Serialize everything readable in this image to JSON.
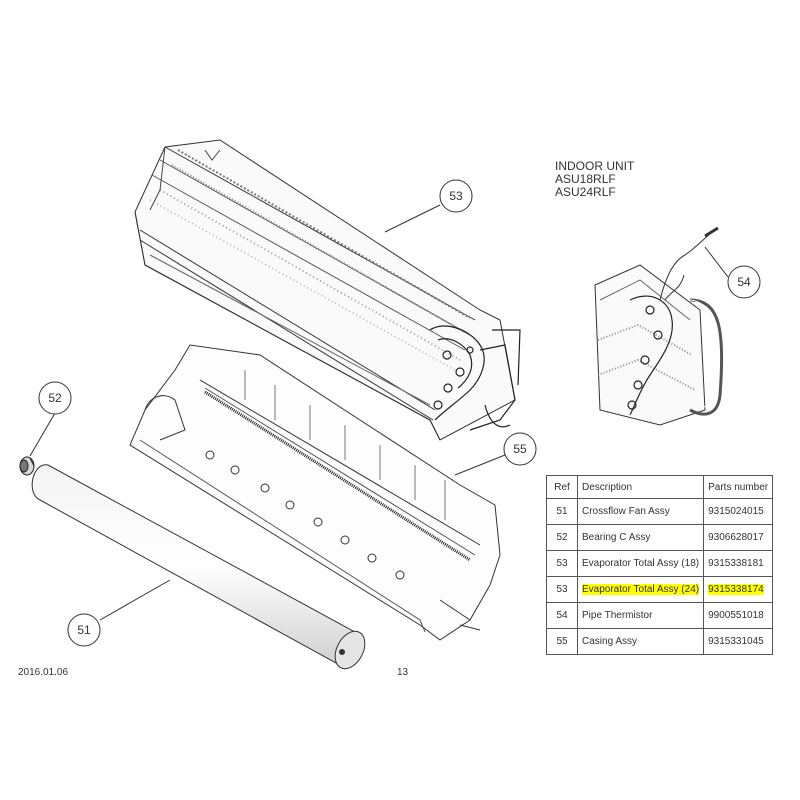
{
  "unit": {
    "title": "INDOOR UNIT",
    "models": [
      "ASU18RLF",
      "ASU24RLF"
    ]
  },
  "callouts": [
    "53",
    "54",
    "52",
    "55",
    "51"
  ],
  "parts_table": {
    "headers": {
      "ref": "Ref",
      "description": "Description",
      "part_number": "Parts number"
    },
    "rows": [
      {
        "ref": "51",
        "description": "Crossflow Fan Assy",
        "part_number": "9315024015",
        "highlighted": false
      },
      {
        "ref": "52",
        "description": "Bearing C Assy",
        "part_number": "9306628017",
        "highlighted": false
      },
      {
        "ref": "53",
        "description": "Evaporator Total Assy (18)",
        "part_number": "9315338181",
        "highlighted": false
      },
      {
        "ref": "53",
        "description": "Evaporator Total Assy (24)",
        "part_number": "9315338174",
        "highlighted": true
      },
      {
        "ref": "54",
        "description": "Pipe Thermistor",
        "part_number": "9900551018",
        "highlighted": false
      },
      {
        "ref": "55",
        "description": "Casing Assy",
        "part_number": "9315331045",
        "highlighted": false
      }
    ]
  },
  "footer": {
    "date": "2016.01.06",
    "page": "13"
  },
  "colors": {
    "highlight": "#ffff00",
    "line": "#333333"
  }
}
